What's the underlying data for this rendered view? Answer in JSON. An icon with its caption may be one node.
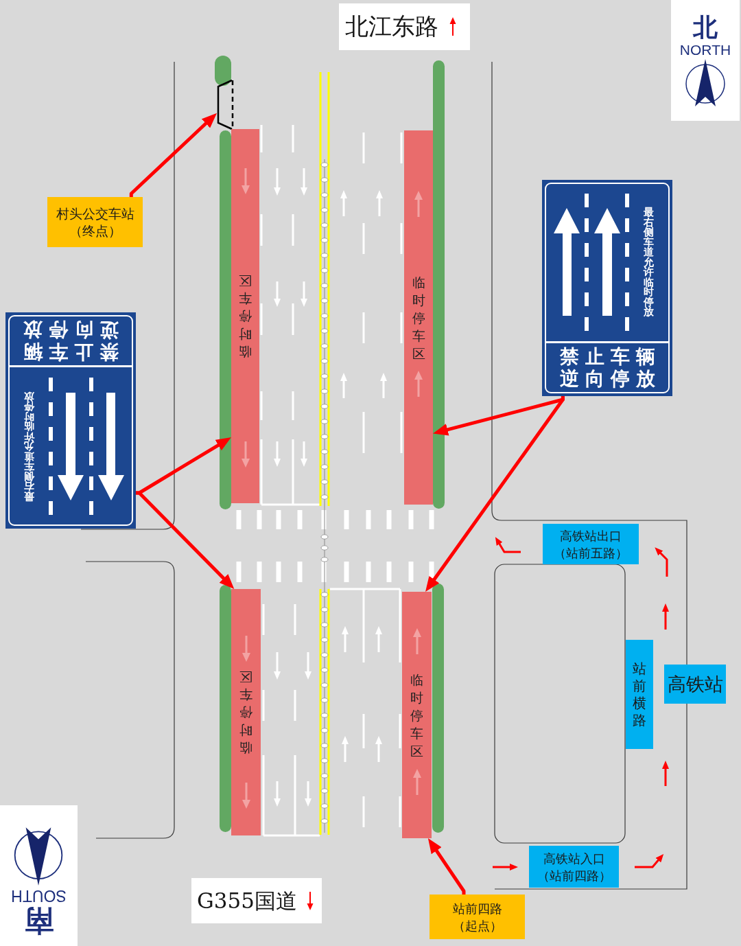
{
  "diagram": {
    "nodes": [
      {
        "text": [
          "北江东路"
        ]
      },
      {
        "text": [
          "北",
          "NORTH"
        ]
      },
      {
        "text": [],
        "shape": "trapezoid"
      },
      {
        "text": [
          "临时停车区"
        ]
      },
      {
        "text": [
          "临时停车区"
        ]
      },
      {
        "text": [
          "最右侧车道允许临时停放",
          "禁止车辆逆向停放"
        ]
      },
      {
        "text": [
          "村头公交车站（终点）"
        ]
      },
      {
        "text": [
          "最右侧车道允许临时停放",
          "禁止车辆逆向停放"
        ]
      },
      {
        "text": [
          "高铁站出口（站前五路）"
        ]
      },
      {
        "text": [
          "临时停车区"
        ]
      },
      {
        "text": [
          "临时停车区"
        ]
      },
      {
        "text": [
          "站前横路"
        ]
      },
      {
        "text": [
          "高铁站"
        ]
      },
      {
        "text": [
          "南",
          "SOUTH"
        ]
      },
      {
        "text": [
          "高铁站入口（站前四路）"
        ]
      },
      {
        "text": [
          "G355国道"
        ]
      },
      {
        "text": [
          "站前四路（起点）"
        ]
      }
    ],
    "edges": [
      {
        "from": 6,
        "to": 2,
        "arrow": "to"
      },
      {
        "from": 7,
        "to": 3,
        "arrow": "to"
      },
      {
        "from": 7,
        "to": 9,
        "arrow": "to"
      },
      {
        "from": 5,
        "to": 4,
        "arrow": "to"
      },
      {
        "from": 5,
        "to": 10,
        "arrow": "to"
      },
      {
        "from": 16,
        "to": 10,
        "arrow": "to"
      }
    ]
  }
}
